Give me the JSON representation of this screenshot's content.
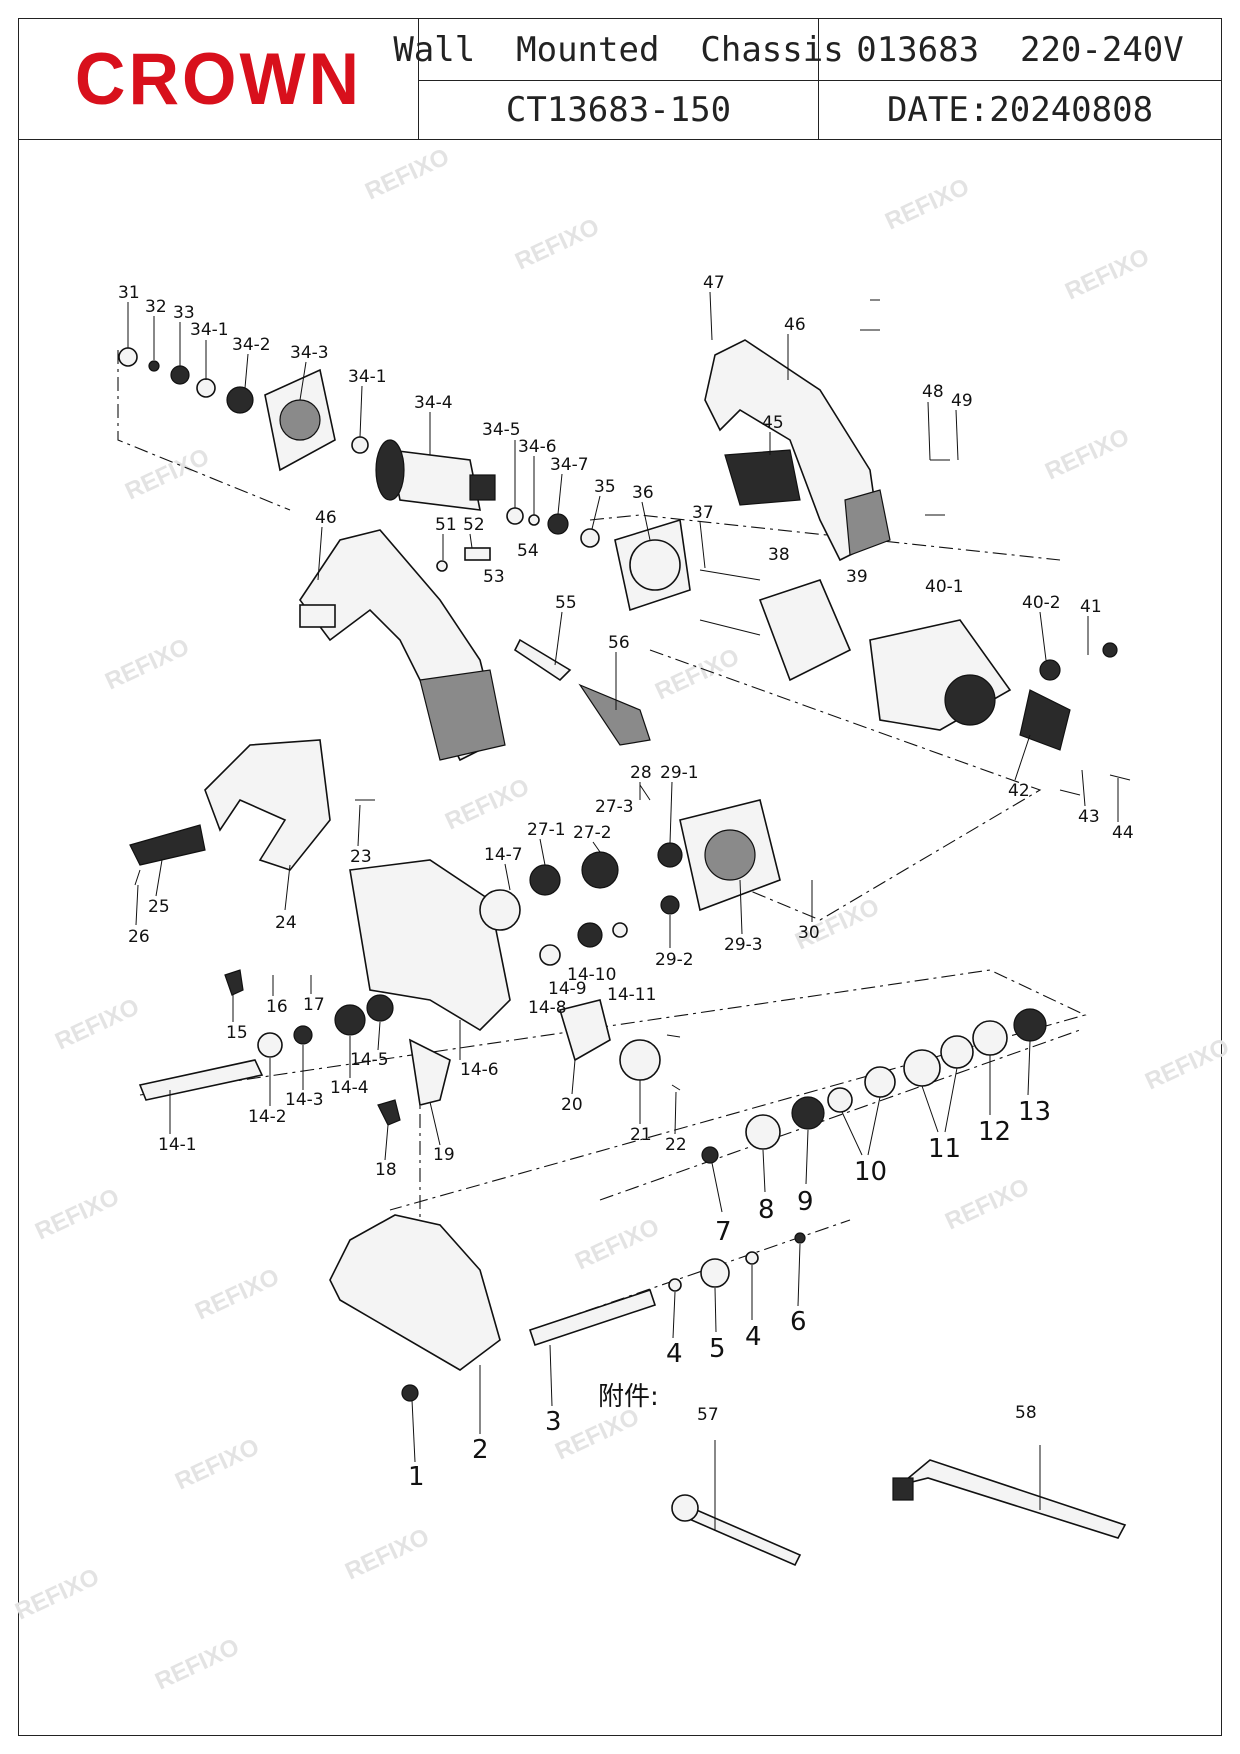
{
  "header": {
    "brand": "CROWN",
    "product_title": "Wall  Mounted  Chassis",
    "spec": "013683  220-240V",
    "model": "CT13683-150",
    "date": "DATE:20240808"
  },
  "watermark": "REFIXO",
  "accessories_label": "附件:",
  "parts": {
    "p31": "31",
    "p32": "32",
    "p33": "33",
    "p34_1a": "34-1",
    "p34_2": "34-2",
    "p34_3": "34-3",
    "p34_1b": "34-1",
    "p34_4": "34-4",
    "p34_5": "34-5",
    "p34_6": "34-6",
    "p34_7": "34-7",
    "p35": "35",
    "p36": "36",
    "p37": "37",
    "p38": "38",
    "p39": "39",
    "p40_1": "40-1",
    "p40_2": "40-2",
    "p41": "41",
    "p42": "42",
    "p43": "43",
    "p44": "44",
    "p45": "45",
    "p46a": "46",
    "p46b": "46",
    "p47": "47",
    "p48": "48",
    "p49": "49",
    "p51": "51",
    "p52": "52",
    "p53": "53",
    "p54": "54",
    "p55": "55",
    "p56": "56",
    "p23": "23",
    "p24": "24",
    "p25": "25",
    "p26": "26",
    "p28": "28",
    "p29_1": "29-1",
    "p27_3": "27-3",
    "p27_1": "27-1",
    "p27_2": "27-2",
    "p14_7": "14-7",
    "p29_2": "29-2",
    "p29_3": "29-3",
    "p30": "30",
    "p14_8": "14-8",
    "p14_9": "14-9",
    "p14_10": "14-10",
    "p14_11": "14-11",
    "p15": "15",
    "p16": "16",
    "p17": "17",
    "p14_6": "14-6",
    "p14_5": "14-5",
    "p14_4": "14-4",
    "p14_3": "14-3",
    "p14_2": "14-2",
    "p14_1": "14-1",
    "p18": "18",
    "p19": "19",
    "p20": "20",
    "p21": "21",
    "p22": "22",
    "p7": "7",
    "p8": "8",
    "p9": "9",
    "p10": "10",
    "p11": "11",
    "p12": "12",
    "p13": "13",
    "p1": "1",
    "p2": "2",
    "p3": "3",
    "p4a": "4",
    "p5": "5",
    "p4b": "4",
    "p6": "6",
    "p57": "57",
    "p58": "58"
  }
}
